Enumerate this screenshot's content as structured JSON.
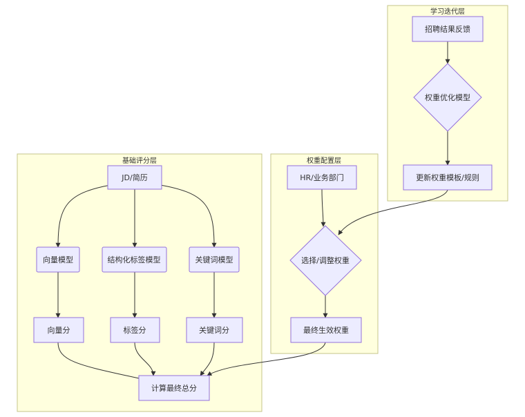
{
  "clusters": {
    "base": {
      "title": "基础评分层"
    },
    "weight": {
      "title": "权重配置层"
    },
    "learn": {
      "title": "学习迭代层"
    }
  },
  "nodes": {
    "jd": "JD/简历",
    "vector_model": "向量模型",
    "struct_model": "结构化标签模型",
    "keyword_model": "关键词模型",
    "vector_score": "向量分",
    "tag_score": "标签分",
    "keyword_score": "关键词分",
    "total": "计算最终总分",
    "hr": "HR/业务部门",
    "select": "选择/调整权重",
    "final_weight": "最终生效权重",
    "feedback": "招聘结果反馈",
    "optimize": "权重优化模型",
    "update": "更新权重模板/规则"
  },
  "edges": [
    [
      "jd",
      "vector_model"
    ],
    [
      "jd",
      "struct_model"
    ],
    [
      "jd",
      "keyword_model"
    ],
    [
      "vector_model",
      "vector_score"
    ],
    [
      "struct_model",
      "tag_score"
    ],
    [
      "keyword_model",
      "keyword_score"
    ],
    [
      "vector_score",
      "total"
    ],
    [
      "tag_score",
      "total"
    ],
    [
      "keyword_score",
      "total"
    ],
    [
      "hr",
      "select"
    ],
    [
      "select",
      "final_weight"
    ],
    [
      "final_weight",
      "total"
    ],
    [
      "feedback",
      "optimize"
    ],
    [
      "optimize",
      "update"
    ],
    [
      "update",
      "select"
    ]
  ]
}
